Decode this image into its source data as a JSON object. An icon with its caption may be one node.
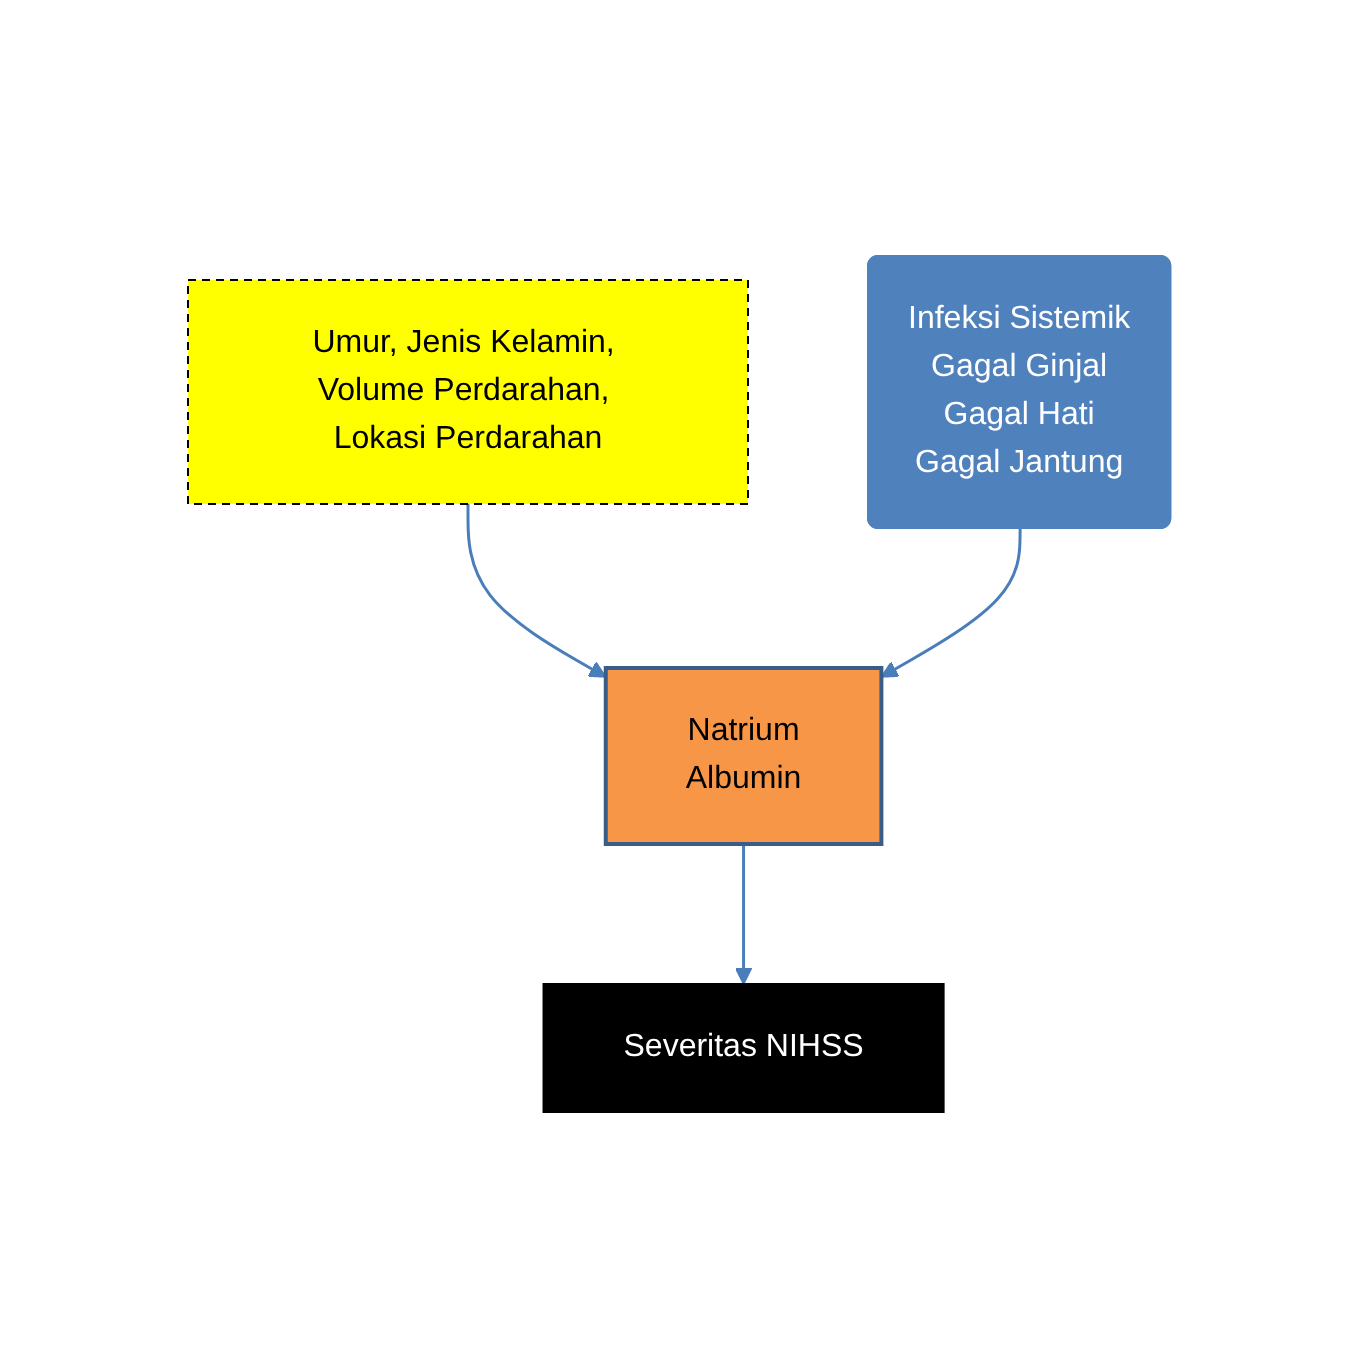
{
  "diagram": {
    "nodes": [
      {
        "text": [
          "Umur, Jenis Kelamin, Volume Perdarahan, Lokasi Perdarahan"
        ]
      },
      {
        "text": [
          "Natrium",
          "Albumin"
        ]
      },
      {
        "text": [
          "Severitas NIHSS"
        ]
      },
      {
        "text": [
          "Infeksi Sistemik",
          "Gagal Ginjal",
          "Gagal Hati",
          "Gagal Jantung"
        ]
      }
    ],
    "edges": [
      {
        "from": 0,
        "to": 1,
        "arrow": "to"
      },
      {
        "from": 1,
        "to": 2,
        "arrow": "to"
      },
      {
        "from": 3,
        "to": 1,
        "arrow": "to"
      }
    ]
  }
}
